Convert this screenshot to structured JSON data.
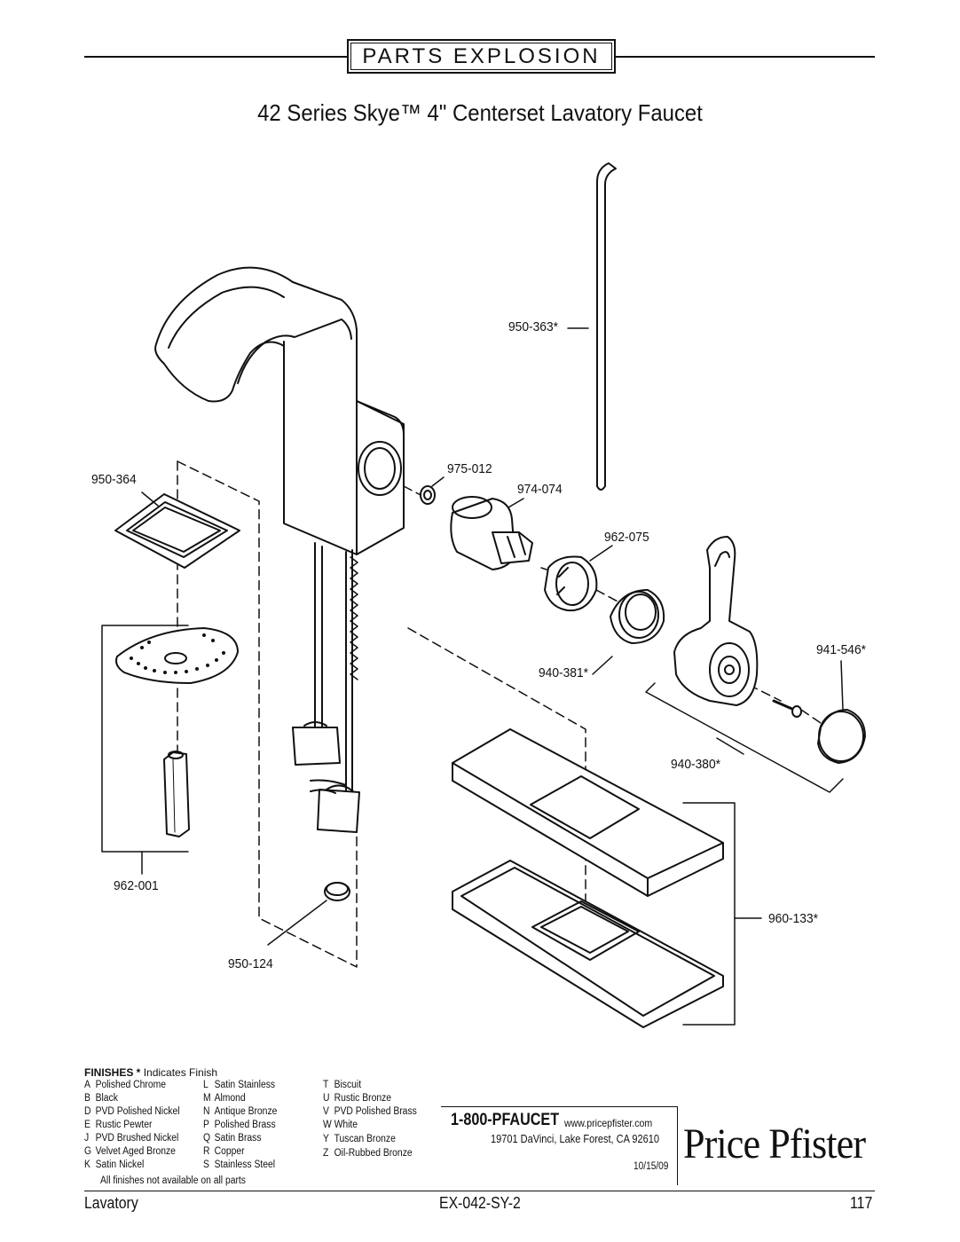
{
  "header": {
    "section_label": "PARTS EXPLOSION"
  },
  "title": "42 Series Skye™ 4\" Centerset Lavatory Faucet",
  "parts": {
    "p950_363": "950-363*",
    "p975_012": "975-012",
    "p974_074": "974-074",
    "p950_364": "950-364",
    "p962_075": "962-075",
    "p941_546": "941-546*",
    "p940_381": "940-381*",
    "p940_380": "940-380*",
    "p962_001": "962-001",
    "p960_133": "960-133*",
    "p950_124": "950-124"
  },
  "finishes": {
    "heading_bold": "FINISHES *",
    "heading_rest": " Indicates Finish",
    "col1": [
      {
        "code": "A",
        "name": "Polished Chrome"
      },
      {
        "code": "B",
        "name": "Black"
      },
      {
        "code": "D",
        "name": "PVD Polished Nickel"
      },
      {
        "code": "E",
        "name": "Rustic Pewter"
      },
      {
        "code": "J",
        "name": "PVD Brushed Nickel"
      },
      {
        "code": "G",
        "name": "Velvet Aged Bronze"
      },
      {
        "code": "K",
        "name": "Satin Nickel"
      }
    ],
    "col2": [
      {
        "code": "L",
        "name": "Satin Stainless"
      },
      {
        "code": "M",
        "name": "Almond"
      },
      {
        "code": "N",
        "name": "Antique Bronze"
      },
      {
        "code": "P",
        "name": "Polished Brass"
      },
      {
        "code": "Q",
        "name": "Satin Brass"
      },
      {
        "code": "R",
        "name": "Copper"
      },
      {
        "code": "S",
        "name": "Stainless Steel"
      }
    ],
    "col3": [
      {
        "code": "T",
        "name": "Biscuit"
      },
      {
        "code": "U",
        "name": "Rustic Bronze"
      },
      {
        "code": "V",
        "name": "PVD Polished Brass"
      },
      {
        "code": "W",
        "name": "White"
      },
      {
        "code": "Y",
        "name": "Tuscan Bronze"
      },
      {
        "code": "Z",
        "name": "Oil-Rubbed Bronze"
      }
    ],
    "note": "All finishes not available on all parts"
  },
  "contact": {
    "phone": "1-800-PFAUCET",
    "website": "www.pricepfister.com",
    "address": "19701 DaVinci, Lake Forest, CA  92610",
    "date": "10/15/09"
  },
  "brand": "Price Pfister",
  "footer": {
    "category": "Lavatory",
    "doc_number": "EX-042-SY-2",
    "page_number": "117"
  }
}
